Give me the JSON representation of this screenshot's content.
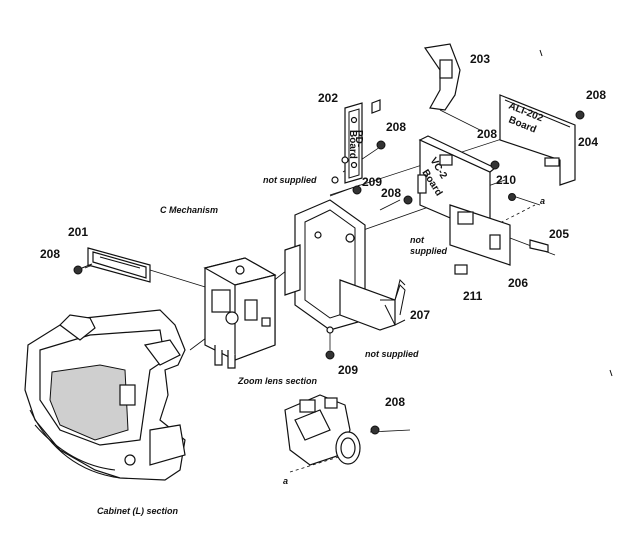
{
  "part_numbers": {
    "p201": "201",
    "p202": "202",
    "p203": "203",
    "p204": "204",
    "p205": "205",
    "p206": "206",
    "p207": "207",
    "p208": "208",
    "p209": "209",
    "p210": "210",
    "p211": "211"
  },
  "section_labels": {
    "c_mechanism": "C Mechanism",
    "zoom_lens_section": "Zoom lens section",
    "cabinet_l_section": "Cabinet (L) section"
  },
  "notes": {
    "not_supplied": "not supplied",
    "not_line1": "not",
    "supplied_line2": "supplied"
  },
  "board_labels": {
    "ali_line1": "ALI-202",
    "ali_line2": "Board",
    "vc_line1": "VC-2",
    "vc_line2": "Board",
    "pd_line1": "PD-",
    "pd_line2": "Board"
  },
  "markers": {
    "a": "a"
  }
}
